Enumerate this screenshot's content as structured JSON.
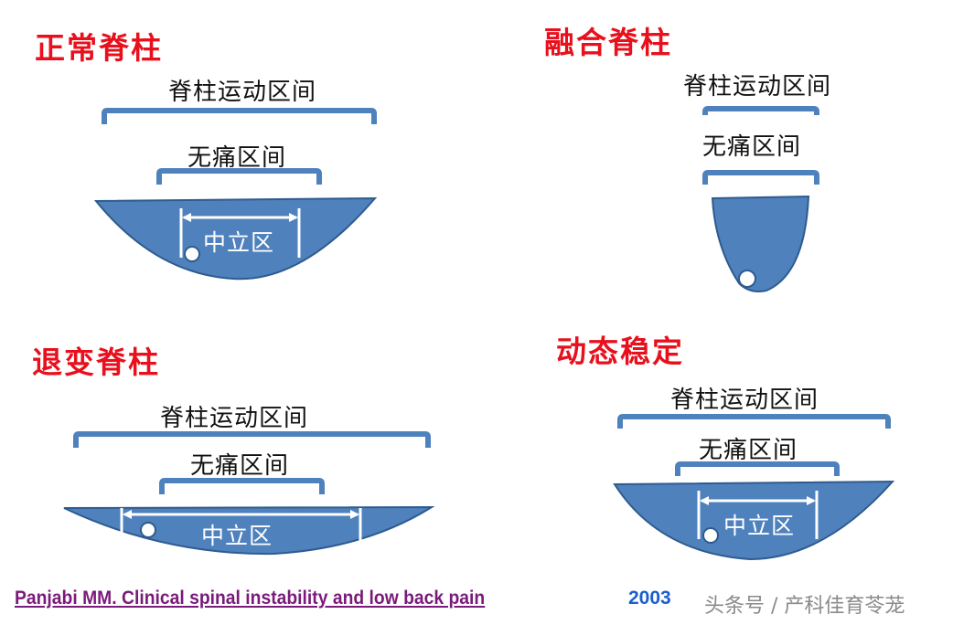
{
  "colors": {
    "title": "#e8101c",
    "shape_fill": "#4f81bd",
    "shape_stroke": "#2e5b8f",
    "bracket": "#4f81bd",
    "label_text": "#111111",
    "neutral_text": "#ffffff",
    "citation": "#7a1a7a",
    "year": "#1a5fcf",
    "watermark": "#8a8a8a"
  },
  "panels": [
    {
      "id": "normal",
      "title": "正常脊柱",
      "range_of_motion_label": "脊柱运动区间",
      "pain_free_label": "无痛区间",
      "neutral_zone_label": "中立区"
    },
    {
      "id": "fused",
      "title": "融合脊柱",
      "range_of_motion_label": "脊柱运动区间",
      "pain_free_label": "无痛区间"
    },
    {
      "id": "degenerated",
      "title": "退变脊柱",
      "range_of_motion_label": "脊柱运动区间",
      "pain_free_label": "无痛区间",
      "neutral_zone_label": "中立区"
    },
    {
      "id": "dynamic_stable",
      "title": "动态稳定",
      "range_of_motion_label": "脊柱运动区间",
      "pain_free_label": "无痛区间",
      "neutral_zone_label": "中立区"
    }
  ],
  "footer": {
    "citation": "Panjabi MM. Clinical spinal instability and low back pain",
    "year": "2003",
    "watermark": "头条号 / 产科佳育苓茏"
  }
}
